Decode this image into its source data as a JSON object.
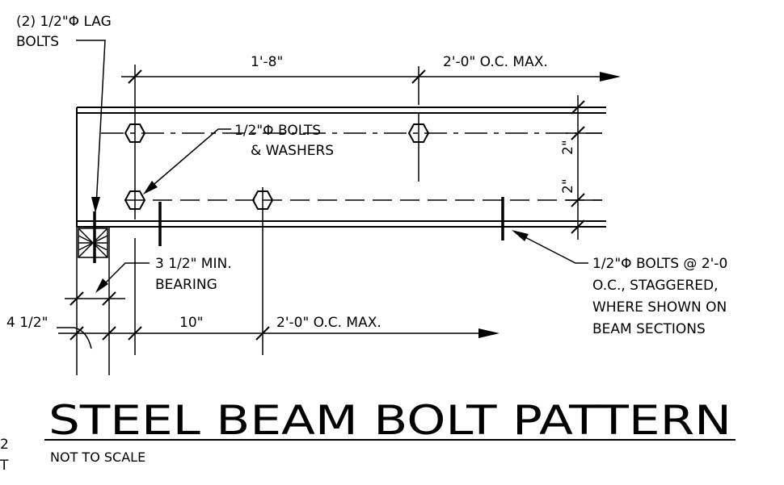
{
  "title": "STEEL BEAM BOLT PATTERN",
  "subtitle": "NOT TO SCALE",
  "labels": {
    "lag_bolts_line1": "(2) 1/2\"Φ LAG",
    "lag_bolts_line2": "BOLTS",
    "dim_top_first": "1'-8\"",
    "dim_top_spacing": "2'-0\" O.C. MAX.",
    "bolts_washers_line1": "1/2\"Φ BOLTS",
    "bolts_washers_line2": "& WASHERS",
    "dim_vert_upper": "2\"",
    "dim_vert_lower": "2\"",
    "bearing_line1": "3 1/2\" MIN.",
    "bearing_line2": "BEARING",
    "dim_left": "4 1/2\"",
    "dim_bottom_first": "10\"",
    "dim_bottom_spacing": "2'-0\" O.C. MAX.",
    "note_line1": "1/2\"Φ BOLTS @ 2'-0",
    "note_line2": "O.C., STAGGERED,",
    "note_line3": "WHERE SHOWN ON",
    "note_line4": "BEAM SECTIONS",
    "side_glyph_1": "2",
    "side_glyph_2": "T"
  }
}
